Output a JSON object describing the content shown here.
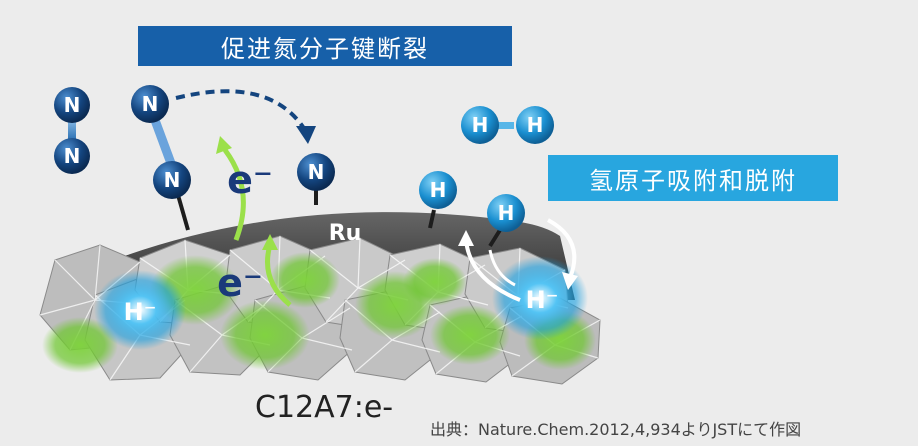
{
  "labels": {
    "top_banner": "促进氮分子键断裂",
    "right_banner": "氢原子吸附和脱附",
    "surface_label": "Ru",
    "material": "C12A7:e-",
    "source": "出典：Nature.Chem.2012,4,934よりJSTにて作図"
  },
  "atoms": {
    "nitrogen": "N",
    "hydrogen": "H",
    "hydride": "H⁻",
    "electron": "e⁻"
  },
  "colors": {
    "dark_blue": "#1760a9",
    "light_blue": "#28a6df",
    "electron_green": "#66c426",
    "nitrogen_atom": "#14457f",
    "hydrogen_atom": "#1a8fd0",
    "surface": "#3d3d3d",
    "crystal": "#b7b7b7"
  }
}
